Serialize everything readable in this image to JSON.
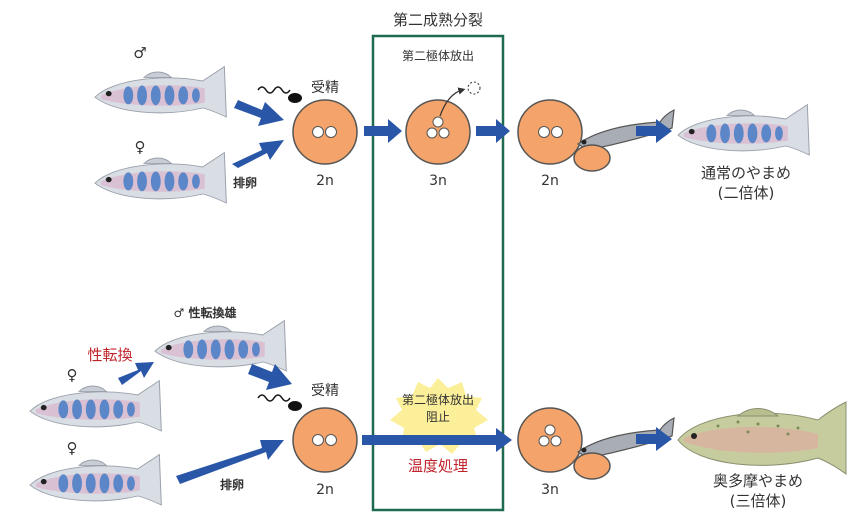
{
  "stage_title": "第二成熟分裂",
  "top_row": {
    "male_symbol": "♂",
    "female_symbol": "♀",
    "fertilization": "受精",
    "ovulation": "排卵",
    "ploidy_zygote": "2n",
    "polar_body_label": "第二極体放出",
    "ploidy_meiosis": "3n",
    "ploidy_after": "2n",
    "result_name": "通常のやまめ",
    "result_ploidy": "(二倍体)"
  },
  "bottom_row": {
    "sex_reversal": "性転換",
    "sex_reversed_male": "♂ 性転換雄",
    "female_symbol_1": "♀",
    "female_symbol_2": "♀",
    "fertilization": "受精",
    "ovulation": "排卵",
    "ploidy_zygote": "2n",
    "block_label_line1": "第二極体放出",
    "block_label_line2": "阻止",
    "treatment": "温度処理",
    "ploidy_after": "3n",
    "result_name": "奥多摩やまめ",
    "result_ploidy": "(三倍体)"
  },
  "colors": {
    "egg_fill": "#f4a46a",
    "arrow": "#2a56a8",
    "box_border": "#1f6b4f",
    "fish_body": "#d9dde4",
    "fish_stripe": "#5b86c7",
    "accent_red": "#c0242b",
    "starburst": "#fcef9a"
  }
}
